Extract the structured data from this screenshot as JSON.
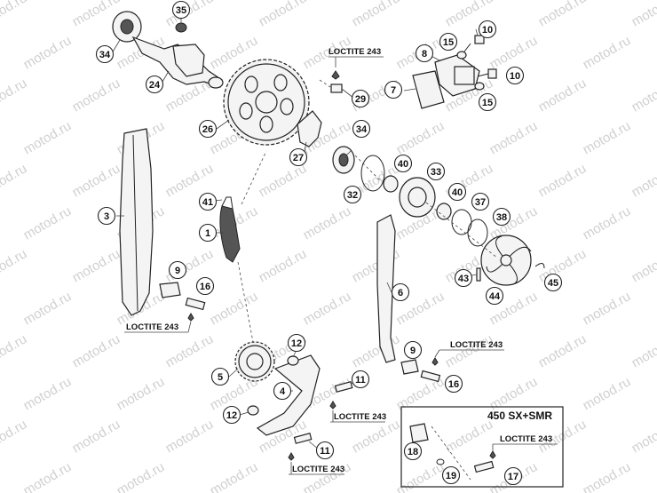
{
  "callouts": [
    {
      "id": "c35",
      "label": "35"
    },
    {
      "id": "c34a",
      "label": "34"
    },
    {
      "id": "c24",
      "label": "24"
    },
    {
      "id": "c26",
      "label": "26"
    },
    {
      "id": "c27",
      "label": "27"
    },
    {
      "id": "c29",
      "label": "29"
    },
    {
      "id": "c34b",
      "label": "34"
    },
    {
      "id": "c10a",
      "label": "10"
    },
    {
      "id": "c15a",
      "label": "15"
    },
    {
      "id": "c8",
      "label": "8"
    },
    {
      "id": "c7",
      "label": "7"
    },
    {
      "id": "c10b",
      "label": "10"
    },
    {
      "id": "c15b",
      "label": "15"
    },
    {
      "id": "c40a",
      "label": "40"
    },
    {
      "id": "c33",
      "label": "33"
    },
    {
      "id": "c32",
      "label": "32"
    },
    {
      "id": "c40b",
      "label": "40"
    },
    {
      "id": "c37",
      "label": "37"
    },
    {
      "id": "c38",
      "label": "38"
    },
    {
      "id": "c43",
      "label": "43"
    },
    {
      "id": "c44",
      "label": "44"
    },
    {
      "id": "c45",
      "label": "45"
    },
    {
      "id": "c3",
      "label": "3"
    },
    {
      "id": "c41",
      "label": "41"
    },
    {
      "id": "c1",
      "label": "1"
    },
    {
      "id": "c9a",
      "label": "9"
    },
    {
      "id": "c16a",
      "label": "16"
    },
    {
      "id": "c6",
      "label": "6"
    },
    {
      "id": "c12a",
      "label": "12"
    },
    {
      "id": "c5",
      "label": "5"
    },
    {
      "id": "c4",
      "label": "4"
    },
    {
      "id": "c11a",
      "label": "11"
    },
    {
      "id": "c12b",
      "label": "12"
    },
    {
      "id": "c11b",
      "label": "11"
    },
    {
      "id": "c9b",
      "label": "9"
    },
    {
      "id": "c16b",
      "label": "16"
    },
    {
      "id": "c18",
      "label": "18"
    },
    {
      "id": "c19",
      "label": "19"
    },
    {
      "id": "c17",
      "label": "17"
    }
  ],
  "loctite_labels": {
    "top": "LOCTITE 243",
    "left": "LOCTITE 243",
    "right": "LOCTITE 243",
    "middle": "LOCTITE 243",
    "bottom": "LOCTITE 243",
    "box": "LOCTITE 243"
  },
  "inset_box": {
    "title": "450 SX+SMR"
  },
  "watermark": {
    "text": "motod.ru"
  }
}
